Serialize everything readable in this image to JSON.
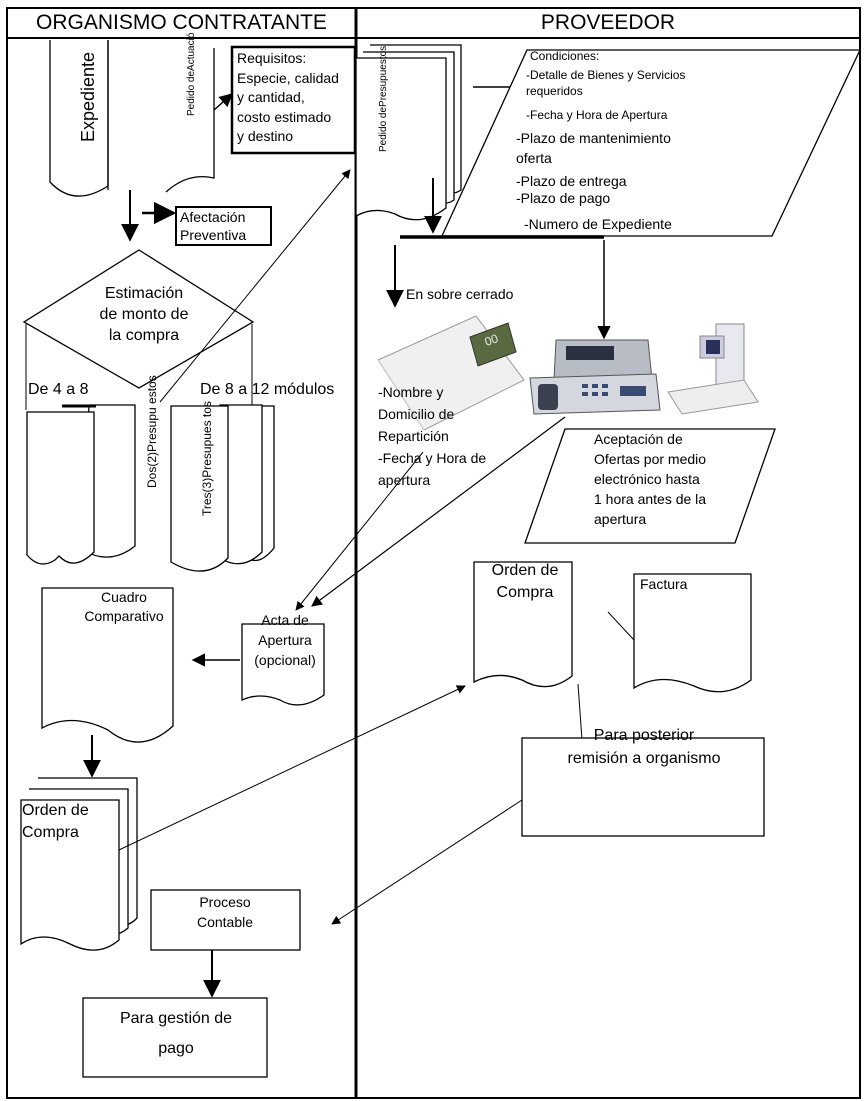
{
  "header": {
    "left": "ORGANISMO CONTRATANTE",
    "right": "PROVEEDOR"
  },
  "org": {
    "expediente": "Expediente",
    "pedido_actuacion": "Pedido\ndeActuació",
    "requisitos": "Requisitos:\nEspecie, calidad\ny cantidad,\ncosto estimado\ny destino",
    "afectacion": "Afectación\nPreventiva",
    "estimacion": "Estimación\nde monto de\nla compra",
    "rango_bajo": "De 4 a 8",
    "rango_alto": "De 8 a 12 módulos",
    "dos_presupuestos": "Dos(2)Presupu\nestos",
    "tres_presupuestos": "Tres(3)Presupues\ntos",
    "cuadro": "Cuadro\nComparativo",
    "acta": "Acta de\nApertura\n(opcional)",
    "orden_compra": "Orden de\nCompra",
    "proceso": "Proceso\nContable",
    "gestion_pago": "Para gestión de\npago"
  },
  "prov": {
    "pedido_presupuestos": "Pedido\ndePresupuestos",
    "condiciones_title": "Condiciones:",
    "cond_items": [
      "-Detalle de Bienes y Servicios\nrequeridos",
      "-Fecha y Hora de Apertura",
      "-Plazo de mantenimiento\noferta",
      "-Plazo de entrega",
      "-Plazo de pago",
      "-Numero de Expediente"
    ],
    "sobre_cerrado": "En sobre cerrado",
    "sobre_datos": "-Nombre y\nDomicilio de\nRepartición\n-Fecha y Hora de\napertura",
    "aceptacion": "Aceptación de\nOfertas por medio\nelectrónico hasta\n1 hora antes de la\napertura",
    "orden_compra": "Orden de\nCompra",
    "factura": "Factura",
    "remision": "Para posterior\nremisión a organismo",
    "lcd_display": "00"
  },
  "icons": [
    "envelope-icon",
    "fax-machine-icon",
    "computer-icon"
  ]
}
